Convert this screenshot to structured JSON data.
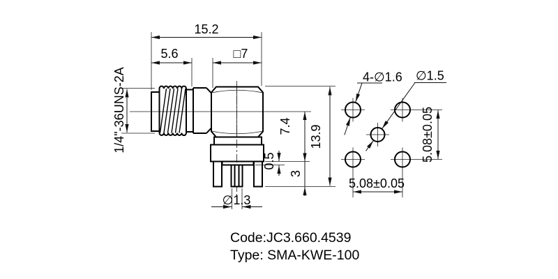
{
  "drawing": {
    "side_view": {
      "thread_spec": "1/4\"-36UNS-2A",
      "dim_overall_length": "15.2",
      "dim_thread_length": "5.6",
      "dim_body_square": "□7",
      "dim_total_height": "13.9",
      "dim_center_to_base": "7.4",
      "dim_pin_length": "3",
      "dim_standoff": "0.5",
      "dim_pin_diameter": "∅1.3"
    },
    "footprint": {
      "label_corner_holes": "4-∅1.6",
      "label_center_hole": "∅1.5",
      "dim_pitch_horizontal": "5.08±0.05",
      "dim_pitch_vertical": "5.08±0.05"
    },
    "caption": {
      "code": "Code:JC3.660.4539",
      "type": "Type: SMA-KWE-100"
    },
    "colors": {
      "line": "#000000",
      "background": "#ffffff"
    }
  }
}
